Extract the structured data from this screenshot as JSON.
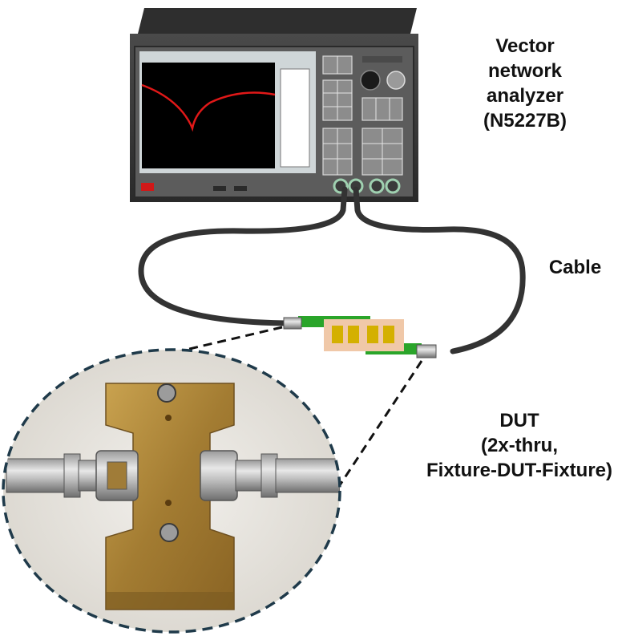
{
  "labels": {
    "vna": [
      "Vector",
      "network",
      "analyzer",
      "(N5227B)"
    ],
    "cable": "Cable",
    "dut": [
      "DUT",
      "(2x-thru,",
      "Fixture-DUT-Fixture)"
    ]
  },
  "colors": {
    "instrument_body": "#3a3a3a",
    "instrument_front": "#5a5a5a",
    "screen": "#000000",
    "trace": "#e01818",
    "cable": "#333333",
    "pcb": "#2aa52a",
    "fixture_brass": "#b08a3a",
    "connector_steel": "#c8c8c8",
    "dash_circle": "#1f3a4a"
  }
}
